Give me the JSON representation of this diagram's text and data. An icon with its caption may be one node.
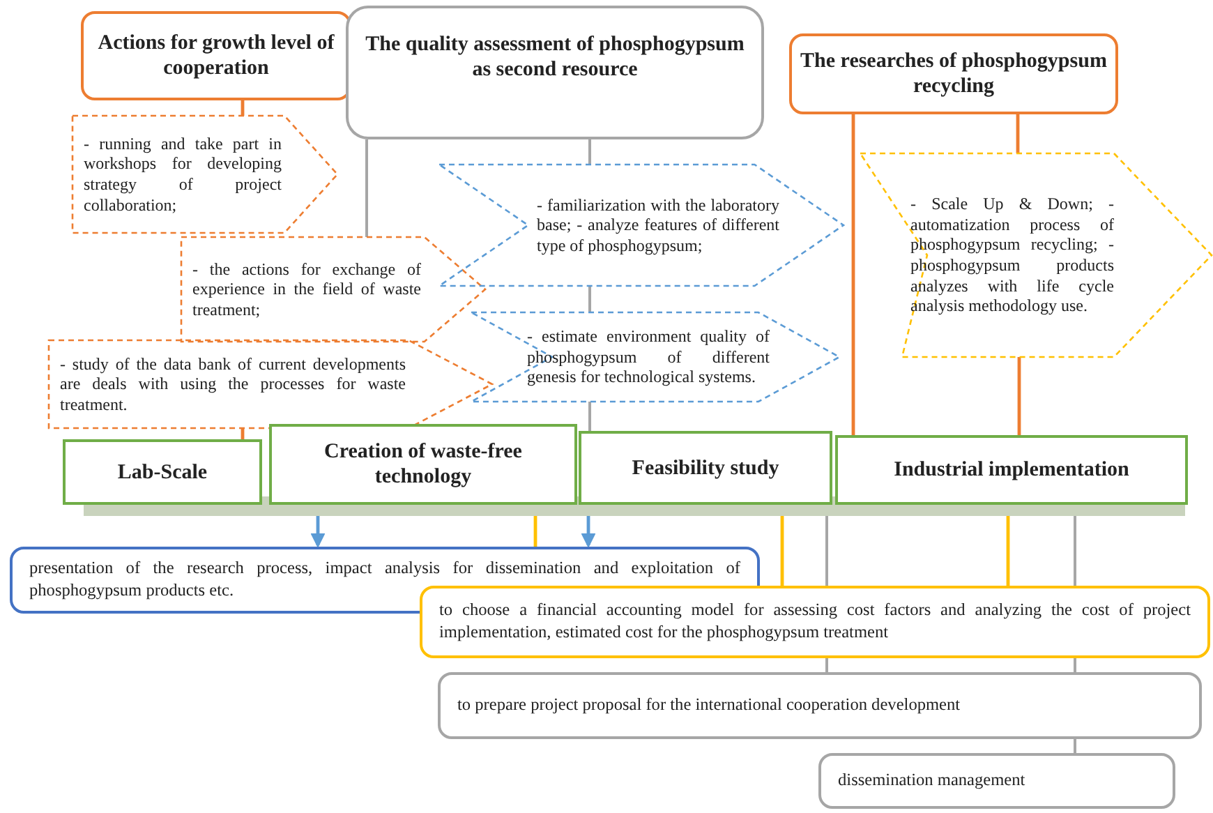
{
  "diagram": {
    "nodes": [
      {
        "text": [
          "Actions for growth level of cooperation"
        ]
      },
      {
        "text": [
          "The quality assessment of phosphogypsum as second resource"
        ]
      },
      {
        "text": [
          "The researches of phosphogypsum recycling"
        ]
      },
      {
        "text": [
          "- running and take part in workshops for developing strategy of project collaboration;"
        ]
      },
      {
        "text": [
          "- the actions for exchange of experience in the field of waste treatment;"
        ]
      },
      {
        "text": [
          "- study of the data bank of current developments are deals with using the processes for waste treatment."
        ]
      },
      {
        "text": [
          "- familiarization with the laboratory base; - analyze features of different type of phosphogypsum;"
        ]
      },
      {
        "text": [
          "- estimate environment quality of phosphogypsum of different genesis for technological systems."
        ]
      },
      {
        "text": [
          "- Scale Up & Down; - automatization process of phosphogypsum recycling; - phosphogypsum products analyzes with life cycle analysis methodology use."
        ]
      },
      {
        "text": [
          "Lab-Scale"
        ]
      },
      {
        "text": [
          "Creation of waste-free technology"
        ]
      },
      {
        "text": [
          "Feasibility study"
        ]
      },
      {
        "text": [
          "Industrial implementation"
        ]
      },
      {
        "text": [
          "presentation of the research process, impact analysis for dissemination and exploitation of phosphogypsum products etc."
        ]
      },
      {
        "text": [
          "to choose a financial accounting model for assessing cost factors and analyzing the cost of project implementation, estimated cost for the phosphogypsum treatment"
        ]
      },
      {
        "text": [
          "to prepare project proposal for the international cooperation development"
        ]
      },
      {
        "text": [
          "dissemination management"
        ]
      }
    ],
    "edges": [
      {
        "from": 0,
        "to": 3,
        "arrow": "none",
        "color": "#ed7d31"
      },
      {
        "from": 5,
        "to": 9,
        "arrow": "none",
        "color": "#ed7d31"
      },
      {
        "from": 1,
        "to": 4,
        "arrow": "none"
      },
      {
        "from": 1,
        "to": 6,
        "arrow": "none"
      },
      {
        "from": 6,
        "to": 7,
        "arrow": "none"
      },
      {
        "from": 7,
        "to": 11,
        "arrow": "none"
      },
      {
        "from": 2,
        "to": 8,
        "arrow": "none",
        "color": "#ed7d31"
      },
      {
        "from": 2,
        "to": 12,
        "arrow": "none",
        "color": "#ed7d31"
      },
      {
        "from": 8,
        "to": 12,
        "arrow": "none",
        "color": "#ed7d31"
      },
      {
        "from": 10,
        "to": 13,
        "arrow": "to",
        "color": "#5b9bd5"
      },
      {
        "from": 11,
        "to": 13,
        "arrow": "to",
        "color": "#5b9bd5"
      },
      {
        "from": 10,
        "to": 13,
        "arrow": "none",
        "color": "#ffc000"
      },
      {
        "from": 11,
        "to": 14,
        "arrow": "none",
        "color": "#ffc000"
      },
      {
        "from": 12,
        "to": 14,
        "arrow": "none",
        "color": "#ffc000"
      },
      {
        "from": 12,
        "to": 14,
        "arrow": "none"
      },
      {
        "from": 12,
        "to": 14,
        "arrow": "none"
      },
      {
        "from": 14,
        "to": 15,
        "arrow": "none"
      },
      {
        "from": 14,
        "to": 15,
        "arrow": "none"
      },
      {
        "from": 15,
        "to": 16,
        "arrow": "none"
      }
    ]
  }
}
